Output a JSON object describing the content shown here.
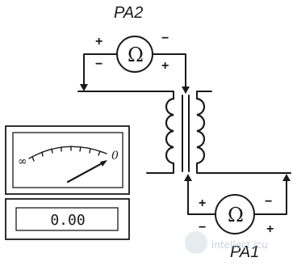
{
  "meters": {
    "pa2": {
      "label": "PA2",
      "symbol": "Ω",
      "pos_left": "+",
      "pos_neg": "−",
      "lower_left": "−",
      "lower_right": "+"
    },
    "pa1": {
      "label": "PA1",
      "symbol": "Ω",
      "left_sign": "+",
      "right_sign": "−",
      "lower_left": "−",
      "lower_right": "+"
    }
  },
  "analog_meter": {
    "scale_left": "∞",
    "scale_right": "0"
  },
  "digital_meter": {
    "reading": "0.00"
  },
  "watermark": {
    "text": "intellect.icu"
  },
  "colors": {
    "ink": "#1a1a1a",
    "watermark": "#c9d3dc"
  }
}
